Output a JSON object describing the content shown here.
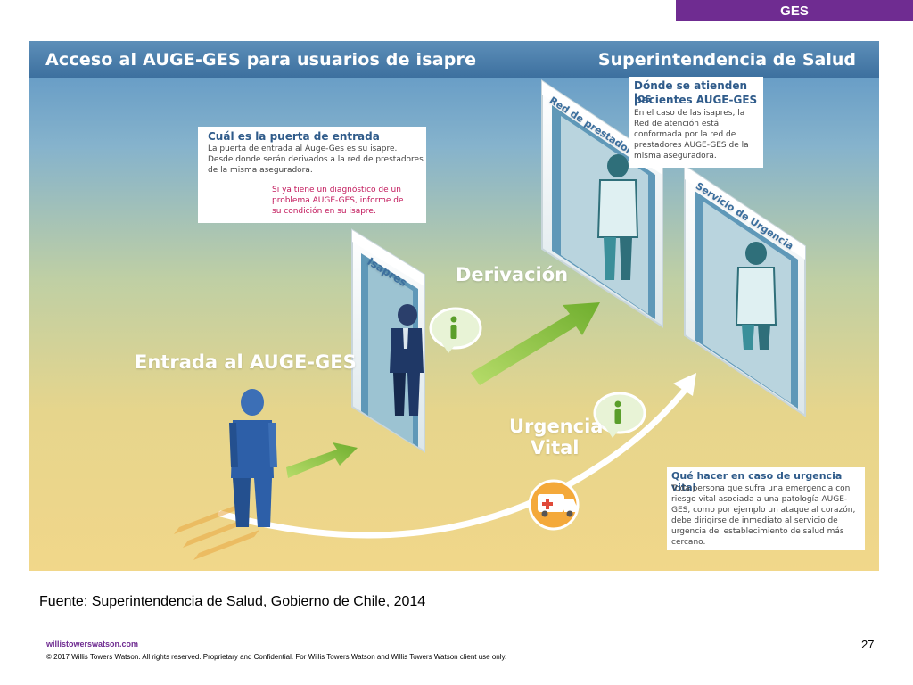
{
  "tag": "GES",
  "header": {
    "title": "Acceso al AUGE-GES para usuarios de isapre",
    "org": "Superintendencia de Salud"
  },
  "box_entrada": {
    "title": "Cuál es la puerta de entrada",
    "lines": [
      "La puerta de entrada al Auge-Ges es su isapre.",
      "Desde donde serán derivados a la red de prestadores",
      "de la misma aseguradora."
    ],
    "note_lines": [
      "Si ya tiene un diagnóstico de un",
      "problema AUGE-GES, informe de",
      "su condición en su isapre."
    ]
  },
  "box_atencion": {
    "title_lines": [
      "Dónde se atienden los",
      "pacientes AUGE-GES"
    ],
    "lines": [
      "En el caso  de las isapres, la",
      "Red de atención está",
      "conformada por la red de",
      "prestadores AUGE-GES de la",
      "misma aseguradora."
    ]
  },
  "box_urgencia": {
    "title": "Qué hacer en caso de urgencia vital",
    "lines": [
      "Toda persona que sufra una emergencia con",
      "riesgo vital asociada a una patología AUGE-",
      "GES, como por ejemplo un ataque al corazón,",
      "debe dirigirse de inmediato al servicio de",
      "urgencia del establecimiento de salud más",
      "cercano."
    ]
  },
  "labels": {
    "entrada": "Entrada al AUGE-GES",
    "derivacion": "Derivación",
    "urgencia": [
      "Urgencia",
      "Vital"
    ]
  },
  "doors": {
    "isapres": "Isapres",
    "red": "Red de prestadores",
    "servicio": "Servicio de Urgencia"
  },
  "colors": {
    "header": "#3c6f9e",
    "accent": "#6f2c91",
    "arrow_green": "#8dc63f",
    "person_blue": "#2d5fa8",
    "doctor_teal": "#3a8f9a"
  },
  "footer": {
    "source": "Fuente: Superintendencia de Salud, Gobierno de Chile, 2014",
    "site": "willistowerswatson.com",
    "copyright": "© 2017 Willis Towers Watson. All rights reserved. Proprietary and Confidential. For Willis Towers Watson and Willis Towers Watson client use only.",
    "page": "27"
  }
}
